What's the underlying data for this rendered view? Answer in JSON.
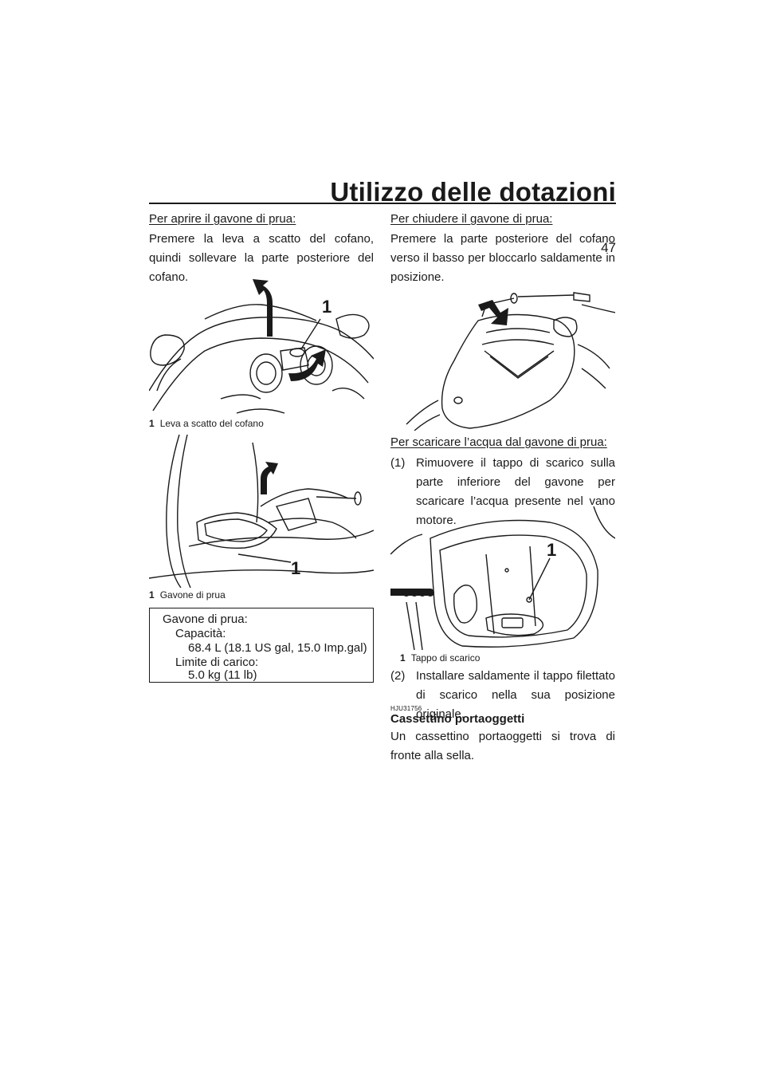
{
  "header": {
    "title": "Utilizzo delle dotazioni",
    "page_number": "47"
  },
  "left": {
    "open_subhead": "Per aprire il gavone di prua:",
    "open_text": "Premere la leva a scatto del cofano, quindi sollevare la parte posteriore del cofano.",
    "fig1": {
      "callout": "1",
      "caption_num": "1",
      "caption_text": "Leva a scatto del cofano"
    },
    "fig2": {
      "callout": "1",
      "caption_num": "1",
      "caption_text": "Gavone di prua"
    },
    "spec": {
      "title": "Gavone di prua:",
      "capacity_label": "Capacità:",
      "capacity_value": "68.4 L (18.1 US gal, 15.0 Imp.gal)",
      "load_label": "Limite di carico:",
      "load_value": "5.0 kg (11 lb)"
    }
  },
  "right": {
    "close_subhead": "Per chiudere il gavone di prua:",
    "close_text": "Premere la parte posteriore del cofano verso il basso per bloccarlo saldamente in posizione.",
    "drain_subhead": "Per scaricare l’acqua dal gavone di prua:",
    "step1_num": "(1)",
    "step1_text": "Rimuovere il tappo di scarico sulla parte inferiore del gavone per scaricare l’acqua presente nel vano motore.",
    "fig4": {
      "callout": "1",
      "caption_num": "1",
      "caption_text": "Tappo di scarico"
    },
    "step2_num": "(2)",
    "step2_text": "Installare saldamente il tappo filettato di scarico nella sua posizione originale.",
    "section_code": "HJU31756",
    "section_heading": "Cassettino portaoggetti",
    "section_text": "Un cassettino portaoggetti si trova di fronte alla sella."
  }
}
